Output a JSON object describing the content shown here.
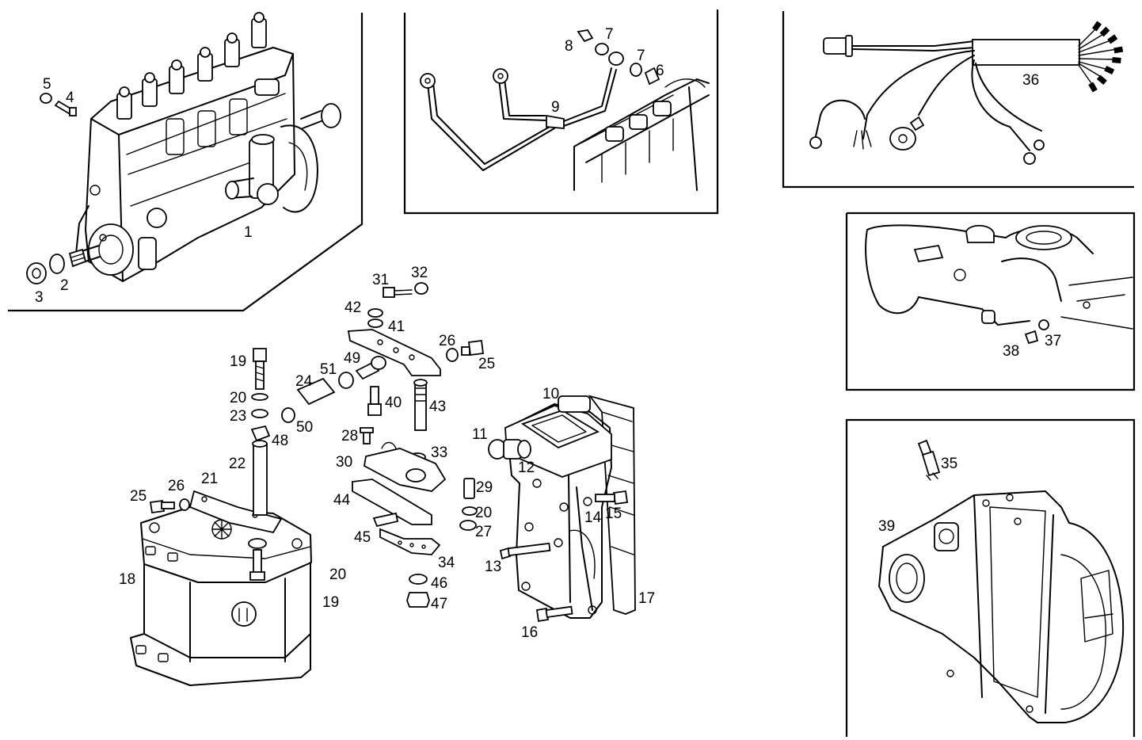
{
  "diagram": {
    "callouts": [
      {
        "id": "c1",
        "text": "1"
      },
      {
        "id": "c2",
        "text": "2"
      },
      {
        "id": "c3",
        "text": "3"
      },
      {
        "id": "c4",
        "text": "4"
      },
      {
        "id": "c5",
        "text": "5"
      },
      {
        "id": "c6",
        "text": "6"
      },
      {
        "id": "c7a",
        "text": "7"
      },
      {
        "id": "c7b",
        "text": "7"
      },
      {
        "id": "c8",
        "text": "8"
      },
      {
        "id": "c9",
        "text": "9"
      },
      {
        "id": "c10",
        "text": "10"
      },
      {
        "id": "c11",
        "text": "11"
      },
      {
        "id": "c12",
        "text": "12"
      },
      {
        "id": "c13",
        "text": "13"
      },
      {
        "id": "c14",
        "text": "14"
      },
      {
        "id": "c15",
        "text": "15"
      },
      {
        "id": "c16",
        "text": "16"
      },
      {
        "id": "c17",
        "text": "17"
      },
      {
        "id": "c18",
        "text": "18"
      },
      {
        "id": "c19a",
        "text": "19"
      },
      {
        "id": "c19b",
        "text": "19"
      },
      {
        "id": "c20a",
        "text": "20"
      },
      {
        "id": "c20b",
        "text": "20"
      },
      {
        "id": "c20c",
        "text": "20"
      },
      {
        "id": "c21",
        "text": "21"
      },
      {
        "id": "c22",
        "text": "22"
      },
      {
        "id": "c23",
        "text": "23"
      },
      {
        "id": "c24",
        "text": "24"
      },
      {
        "id": "c25a",
        "text": "25"
      },
      {
        "id": "c25b",
        "text": "25"
      },
      {
        "id": "c26a",
        "text": "26"
      },
      {
        "id": "c26b",
        "text": "26"
      },
      {
        "id": "c27",
        "text": "27"
      },
      {
        "id": "c28",
        "text": "28"
      },
      {
        "id": "c29",
        "text": "29"
      },
      {
        "id": "c30",
        "text": "30"
      },
      {
        "id": "c31",
        "text": "31"
      },
      {
        "id": "c32",
        "text": "32"
      },
      {
        "id": "c33",
        "text": "33"
      },
      {
        "id": "c34",
        "text": "34"
      },
      {
        "id": "c35",
        "text": "35"
      },
      {
        "id": "c36",
        "text": "36"
      },
      {
        "id": "c37",
        "text": "37"
      },
      {
        "id": "c38",
        "text": "38"
      },
      {
        "id": "c39",
        "text": "39"
      },
      {
        "id": "c40",
        "text": "40"
      },
      {
        "id": "c41",
        "text": "41"
      },
      {
        "id": "c42",
        "text": "42"
      },
      {
        "id": "c43",
        "text": "43"
      },
      {
        "id": "c44",
        "text": "44"
      },
      {
        "id": "c45",
        "text": "45"
      },
      {
        "id": "c46",
        "text": "46"
      },
      {
        "id": "c47",
        "text": "47"
      },
      {
        "id": "c48",
        "text": "48"
      },
      {
        "id": "c49",
        "text": "49"
      },
      {
        "id": "c50",
        "text": "50"
      },
      {
        "id": "c51",
        "text": "51"
      }
    ]
  }
}
